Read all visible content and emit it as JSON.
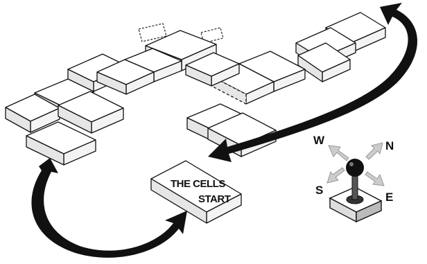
{
  "start_label": {
    "line1": "THE CELLS",
    "line2": "START"
  },
  "compass": {
    "west": "W",
    "north": "N",
    "south": "S",
    "east": "E"
  },
  "colors": {
    "ink": "#111111",
    "paper": "#ffffff",
    "hint_arrows": "#cccccc"
  },
  "icons": [
    "joystick-icon",
    "curved-arrow-icon",
    "compass-arrow-icon"
  ]
}
